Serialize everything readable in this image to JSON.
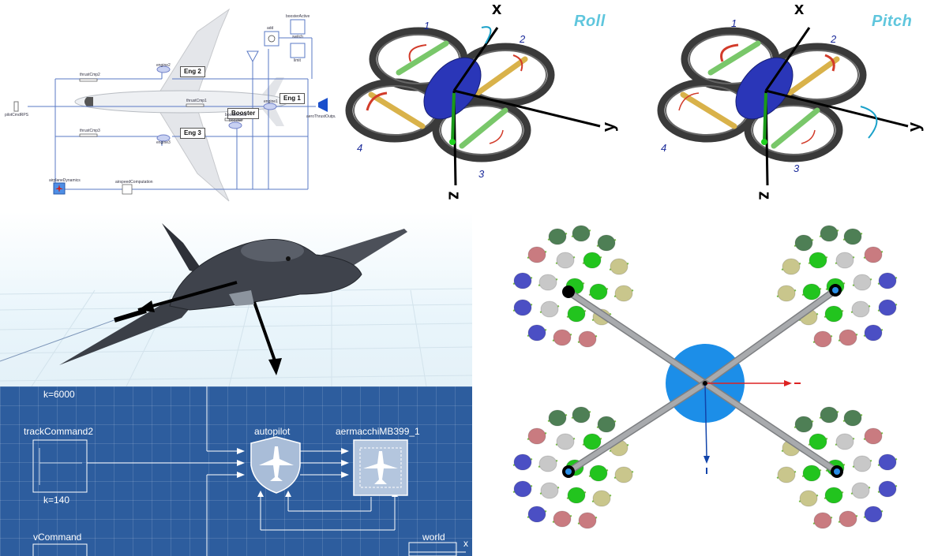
{
  "airliner": {
    "engines": [
      "Eng 2",
      "Eng 1",
      "Eng 3"
    ],
    "booster_label": "Booster",
    "small_labels": {
      "left_input": "pilotCmdRPS",
      "right_output": "aeroThrustOutput",
      "engine2": "engine2",
      "engine1": "engine1",
      "engine3": "engine3",
      "booster_block": "booster",
      "source_top": "thrustCmp2",
      "source_bottom": "thrustCmp3",
      "center_src": "thrustCmp1",
      "booster_src": "boosterCmd",
      "add": "add",
      "booster_active": "boosterActive",
      "switch": "switch",
      "limit": "limit",
      "airplane_block": "airplaneDynamics",
      "airspeed_block": "airspeedComputation"
    }
  },
  "quadrotors": [
    {
      "title": "Roll",
      "rotors": [
        "1",
        "2",
        "3",
        "4"
      ],
      "axes": {
        "x": "x",
        "y": "y",
        "z": "z"
      }
    },
    {
      "title": "Pitch",
      "rotors": [
        "1",
        "2",
        "3",
        "4"
      ],
      "axes": {
        "x": "x",
        "y": "y",
        "z": "z"
      }
    }
  ],
  "jet_blueprint": {
    "k_top": "k=6000",
    "track_command": "trackCommand2",
    "k_bottom": "k=140",
    "autopilot": "autopilot",
    "aircraft": "aermacchiMB399_1",
    "v_command": "vCommand",
    "world": "world",
    "world_axis": "x"
  },
  "x_quad": {
    "colors": {
      "arm": "#a8aaad",
      "hub": "#1c8ee8",
      "green": "#22c41e",
      "dark_green": "#4e7f55",
      "pink": "#c97b80",
      "grey": "#c8c8c8",
      "khaki": "#c9c68c",
      "blue": "#4b4fc4"
    },
    "axis_colors": {
      "x": "#d22",
      "y": "#14a"
    }
  }
}
